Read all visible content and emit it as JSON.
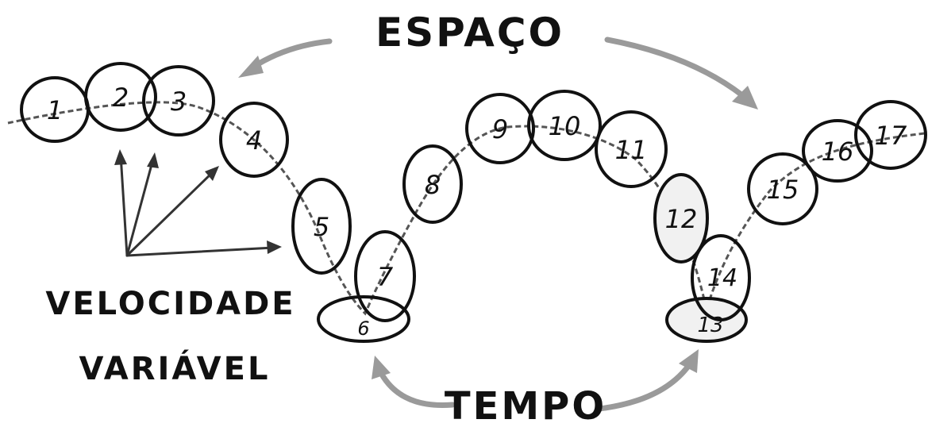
{
  "labels": {
    "space": "ESPAÇO",
    "time": "TEMPO",
    "speed_line1": "VELOCIDADE",
    "speed_line2": "VARIÁVEL"
  },
  "balls": [
    {
      "label": "1"
    },
    {
      "label": "2"
    },
    {
      "label": "3"
    },
    {
      "label": "4"
    },
    {
      "label": "5"
    },
    {
      "label": "6"
    },
    {
      "label": "7"
    },
    {
      "label": "8"
    },
    {
      "label": "9"
    },
    {
      "label": "10"
    },
    {
      "label": "11"
    },
    {
      "label": "12"
    },
    {
      "label": "13"
    },
    {
      "label": "14"
    },
    {
      "label": "15"
    },
    {
      "label": "16"
    },
    {
      "label": "17"
    }
  ],
  "colors": {
    "ink": "#111111",
    "arrow_gray": "#9a9a9a"
  }
}
